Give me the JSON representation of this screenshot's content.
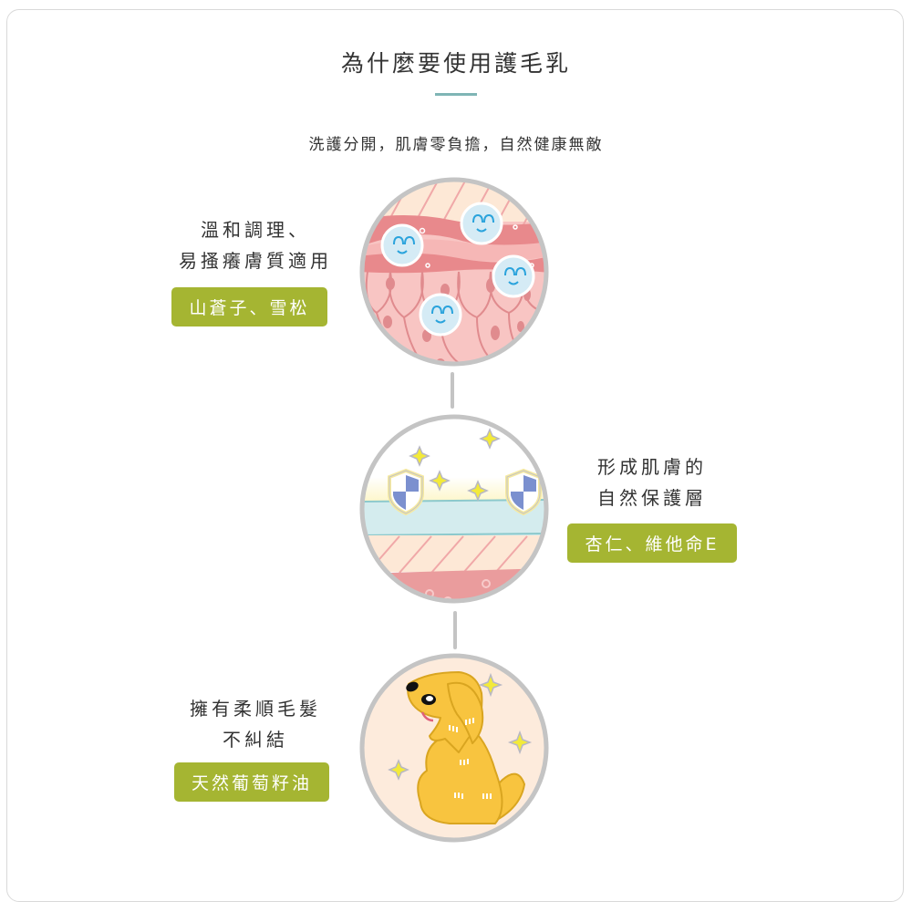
{
  "header": {
    "title": "為什麼要使用護毛乳",
    "subtitle": "洗護分開，肌膚零負擔，自然健康無敵"
  },
  "colors": {
    "frame": "#d9d9d9",
    "divider": "#7fb5b5",
    "badge": "#a5b532",
    "connector": "#c4c4c4",
    "circle_border": "#c4c4c4"
  },
  "steps": [
    {
      "caption_line1": "溫和調理、",
      "caption_line2": "易搔癢膚質適用",
      "badge": "山蒼子、雪松",
      "icon": "skin-layers-with-smiling-bubbles-icon"
    },
    {
      "caption_line1": "形成肌膚的",
      "caption_line2": "自然保護層",
      "badge": "杏仁、維他命E",
      "icon": "protective-layer-shields-icon"
    },
    {
      "caption_line1": "擁有柔順毛髮",
      "caption_line2": "不糾結",
      "badge": "天然葡萄籽油",
      "icon": "shiny-golden-dog-icon"
    }
  ]
}
